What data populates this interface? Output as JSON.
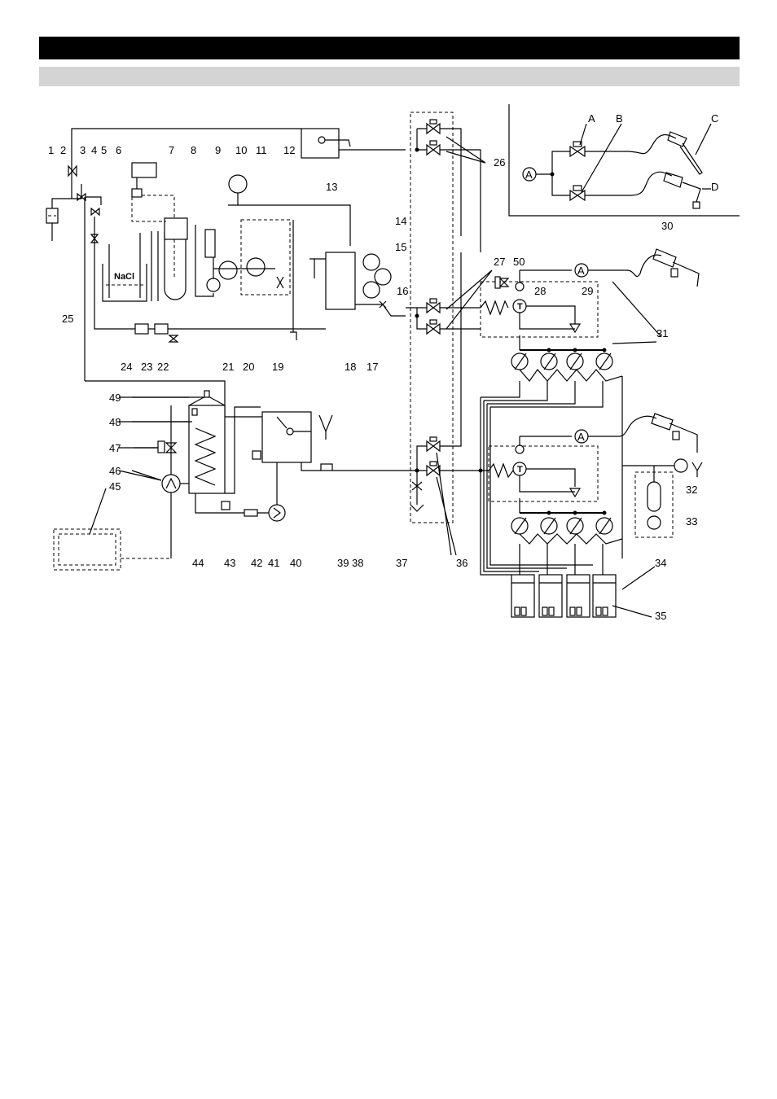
{
  "header": {
    "title": "",
    "subtitle": ""
  },
  "labels": {
    "n1": "1",
    "n2": "2",
    "n3": "3",
    "n4": "4",
    "n5": "5",
    "n6": "6",
    "n7": "7",
    "n8": "8",
    "n9": "9",
    "n10": "10",
    "n11": "11",
    "n12": "12",
    "n13": "13",
    "n14": "14",
    "n15": "15",
    "n16": "16",
    "n17": "17",
    "n18": "18",
    "n19": "19",
    "n20": "20",
    "n21": "21",
    "n22": "22",
    "n23": "23",
    "n24": "24",
    "n25": "25",
    "n26": "26",
    "n27": "27",
    "n28": "28",
    "n29": "29",
    "n30": "30",
    "n31": "31",
    "n32": "32",
    "n33": "33",
    "n34": "34",
    "n35": "35",
    "n36": "36",
    "n37": "37",
    "n38": "38",
    "n39": "39",
    "n40": "40",
    "n41": "41",
    "n42": "42",
    "n43": "43",
    "n44": "44",
    "n45": "45",
    "n46": "46",
    "n47": "47",
    "n48": "48",
    "n49": "49",
    "n50": "50",
    "A": "A",
    "B": "B",
    "C": "C",
    "D": "D",
    "nacl": "NaCl",
    "circleA": "A"
  }
}
